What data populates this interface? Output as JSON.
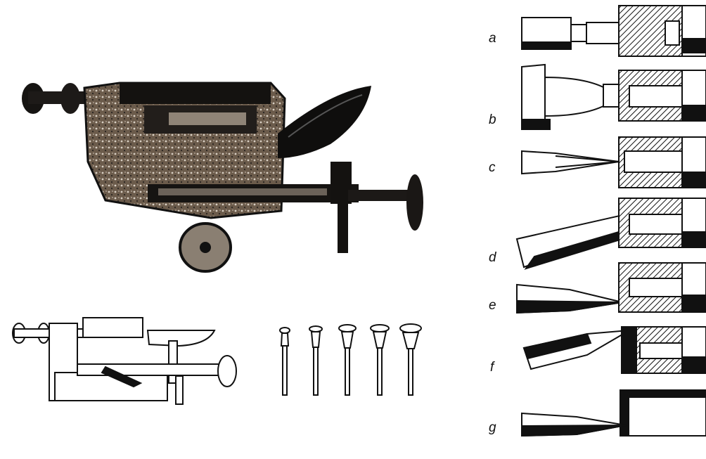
{
  "diagram": {
    "photo_label": "",
    "tool_rows": [
      {
        "label": "a"
      },
      {
        "label": "b"
      },
      {
        "label": "c"
      },
      {
        "label": "d"
      },
      {
        "label": "e"
      },
      {
        "label": "f"
      },
      {
        "label": "g"
      }
    ],
    "colors": {
      "ink": "#111111",
      "paper": "#ffffff",
      "rust": "#5a4a3a"
    }
  }
}
